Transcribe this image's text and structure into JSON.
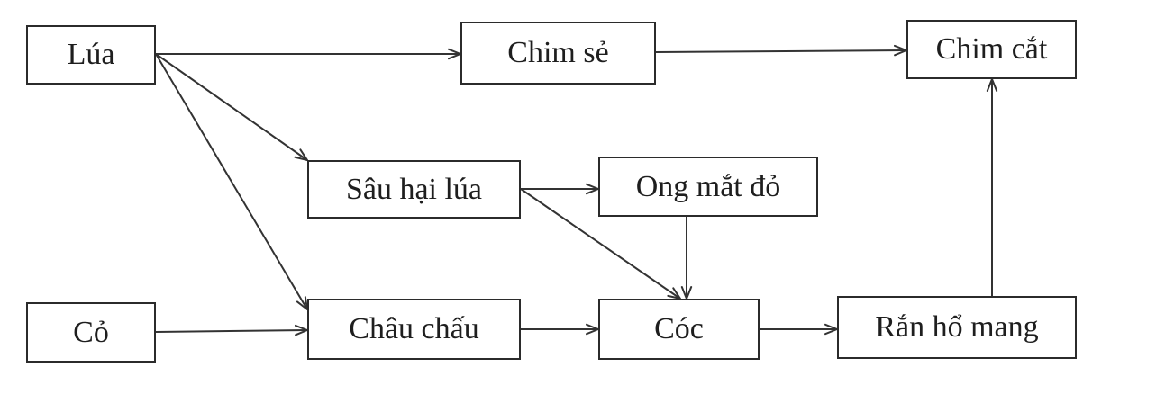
{
  "nodes": {
    "lua": "Lúa",
    "chim_se": "Chim sẻ",
    "chim_cat": "Chim cắt",
    "sau_hai_lua": "Sâu hại lúa",
    "ong_mat_do": "Ong mắt đỏ",
    "co": "Cỏ",
    "chau_chau": "Châu chấu",
    "coc": "Cóc",
    "ran_ho_mang": "Rắn hổ mang"
  },
  "edges": [
    {
      "from": "lua",
      "to": "chim_se"
    },
    {
      "from": "chim_se",
      "to": "chim_cat"
    },
    {
      "from": "lua",
      "to": "sau_hai_lua"
    },
    {
      "from": "lua",
      "to": "chau_chau"
    },
    {
      "from": "sau_hai_lua",
      "to": "ong_mat_do"
    },
    {
      "from": "sau_hai_lua",
      "to": "coc"
    },
    {
      "from": "ong_mat_do",
      "to": "coc"
    },
    {
      "from": "co",
      "to": "chau_chau"
    },
    {
      "from": "chau_chau",
      "to": "coc"
    },
    {
      "from": "coc",
      "to": "ran_ho_mang"
    },
    {
      "from": "ran_ho_mang",
      "to": "chim_cat"
    }
  ],
  "colors": {
    "line": "#333333",
    "border": "#2b2b2b",
    "text": "#1e1e1e"
  }
}
